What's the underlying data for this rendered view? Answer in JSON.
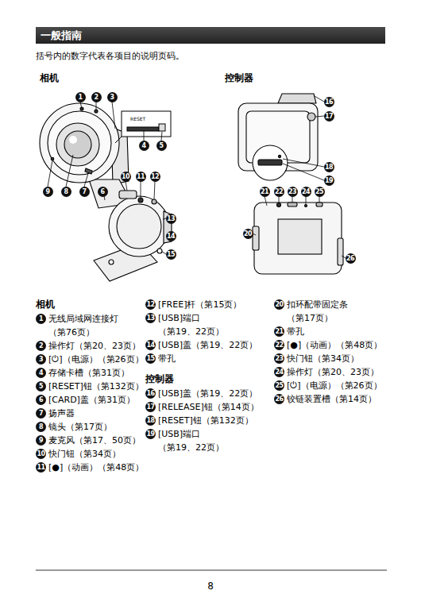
{
  "diagram": {
    "title": "一般指南",
    "labels": [
      "括号内的数字代表各项目的说明页码。",
      "相机",
      "控制器",
      "1",
      "2",
      "3",
      "RESET",
      "4",
      "5",
      "9",
      "8",
      "7",
      "6",
      "10",
      "11",
      "12",
      "13",
      "14",
      "15",
      "16",
      "17",
      "18",
      "19",
      "21",
      "22",
      "23",
      "24",
      "25",
      "20",
      "26",
      "相机",
      "1",
      "无线局域网连接灯 （第76页）",
      "2",
      "操作灯（第20、23页）",
      "3",
      "[⏻]（电源）（第26页）",
      "4",
      "存储卡槽（第31页）",
      "5",
      "[RESET]钮（第132页）",
      "6",
      "[CARD]盖（第31页）",
      "7",
      "扬声器",
      "8",
      "镜头（第17页）",
      "9",
      "麦克风（第17、50页）",
      "10",
      "快门钮（第34页）",
      "11",
      "[●]（动画）（第48页）",
      "12",
      "[FREE]杆（第15页）",
      "13",
      "[USB]端口 （第19、22页）",
      "14",
      "[USB]盖（第19、22页）",
      "15",
      "带孔",
      "控制器",
      "16",
      "[USB]盖（第19、22页）",
      "17",
      "[RELEASE]钮（第14页）",
      "18",
      "[RESET]钮（第132页）",
      "19",
      "[USB]端口 （第19、22页）",
      "20",
      "扣环配带固定条 （第17页）",
      "21",
      "带孔",
      "22",
      "[●]（动画）（第48页）",
      "23",
      "快门钮（第34页）",
      "24",
      "操作灯（第20、23页）",
      "25",
      "[⏻]（电源）（第26页）",
      "26",
      "铰链装置槽（第14页）",
      "8"
    ]
  }
}
